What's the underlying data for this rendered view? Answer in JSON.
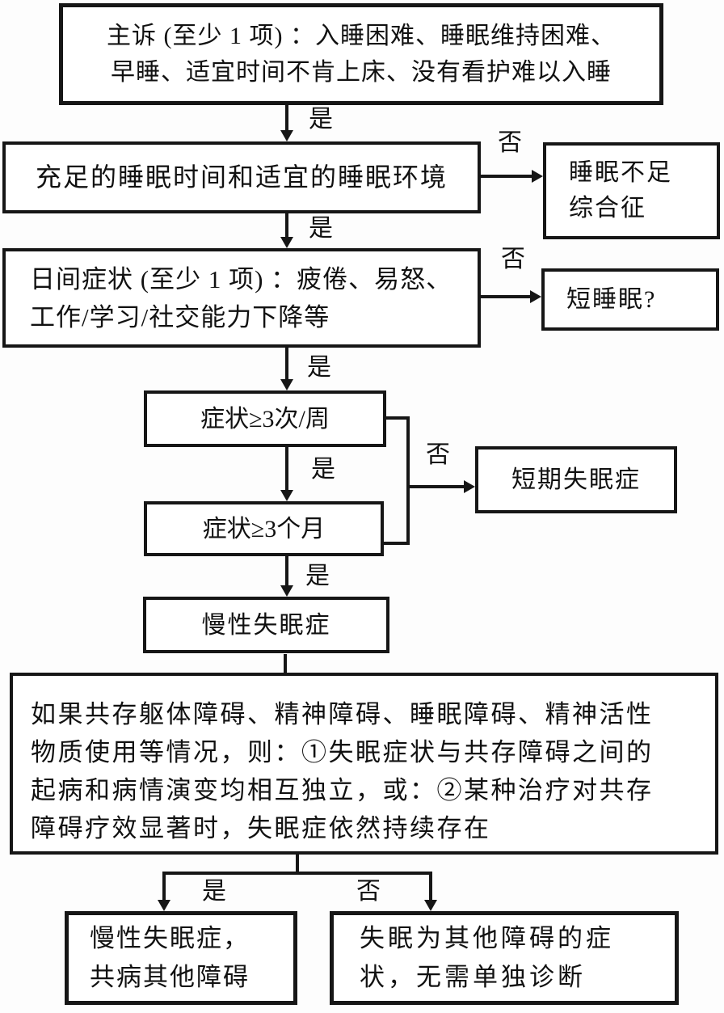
{
  "labels": {
    "yes": "是",
    "no": "否"
  },
  "colors": {
    "line": "#161616",
    "box_fill": "#ffffff",
    "background": "#fdfdfd"
  },
  "nodes": {
    "complaint": {
      "line1": "主诉 (至少 1 项) ：入睡困难、睡眠维持困难、",
      "line2": "早睡、适宜时间不肯上床、没有看护难以入睡"
    },
    "sleep_time_env": {
      "line1": "充足的睡眠时间和适宜的睡眠环境"
    },
    "insufficient_sleep_syndrome": {
      "line1": "睡眠不足",
      "line2": "综合征"
    },
    "daytime_symptoms": {
      "line1": "日间症状 (至少 1 项) ：疲倦、易怒、",
      "line2": "工作/学习/社交能力下降等"
    },
    "short_sleeper": {
      "line1": "短睡眠?"
    },
    "symptom_frequency": {
      "line1": "症状≥3次/周"
    },
    "symptom_duration": {
      "line1": "症状≥3个月"
    },
    "short_term_insomnia": {
      "line1": "短期失眠症"
    },
    "chronic_insomnia": {
      "line1": "慢性失眠症"
    },
    "comorbid_criteria": {
      "line1": "如果共存躯体障碍、精神障碍、睡眠障碍、精神活性",
      "line2": "物质使用等情况，则：①失眠症状与共存障碍之间的",
      "line3": "起病和病情演变均相互独立，或：②某种治疗对共存",
      "line4": "障碍疗效显著时，失眠症依然持续存在"
    },
    "chronic_insomnia_comorbid": {
      "line1": "慢性失眠症，",
      "line2": "共病其他障碍"
    },
    "insomnia_as_symptom": {
      "line1": "失眠为其他障碍的症",
      "line2": "状，无需单独诊断"
    }
  }
}
